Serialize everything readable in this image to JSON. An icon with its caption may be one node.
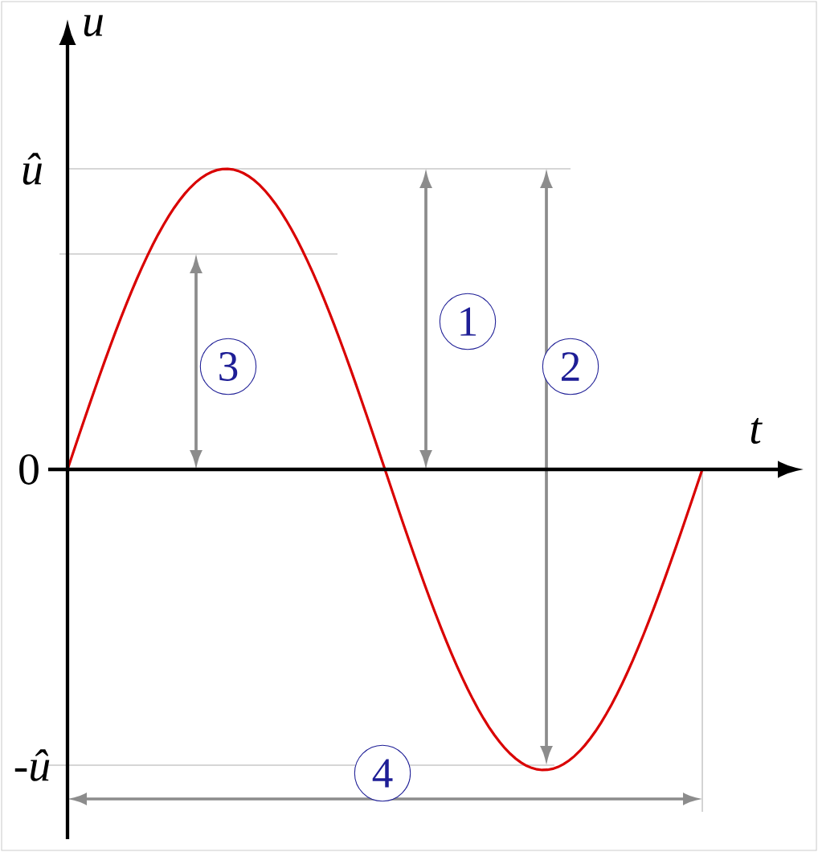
{
  "diagram": {
    "labels": [
      "u",
      "û",
      "1",
      "2",
      "3",
      "0",
      "t",
      "-û",
      "4"
    ]
  }
}
